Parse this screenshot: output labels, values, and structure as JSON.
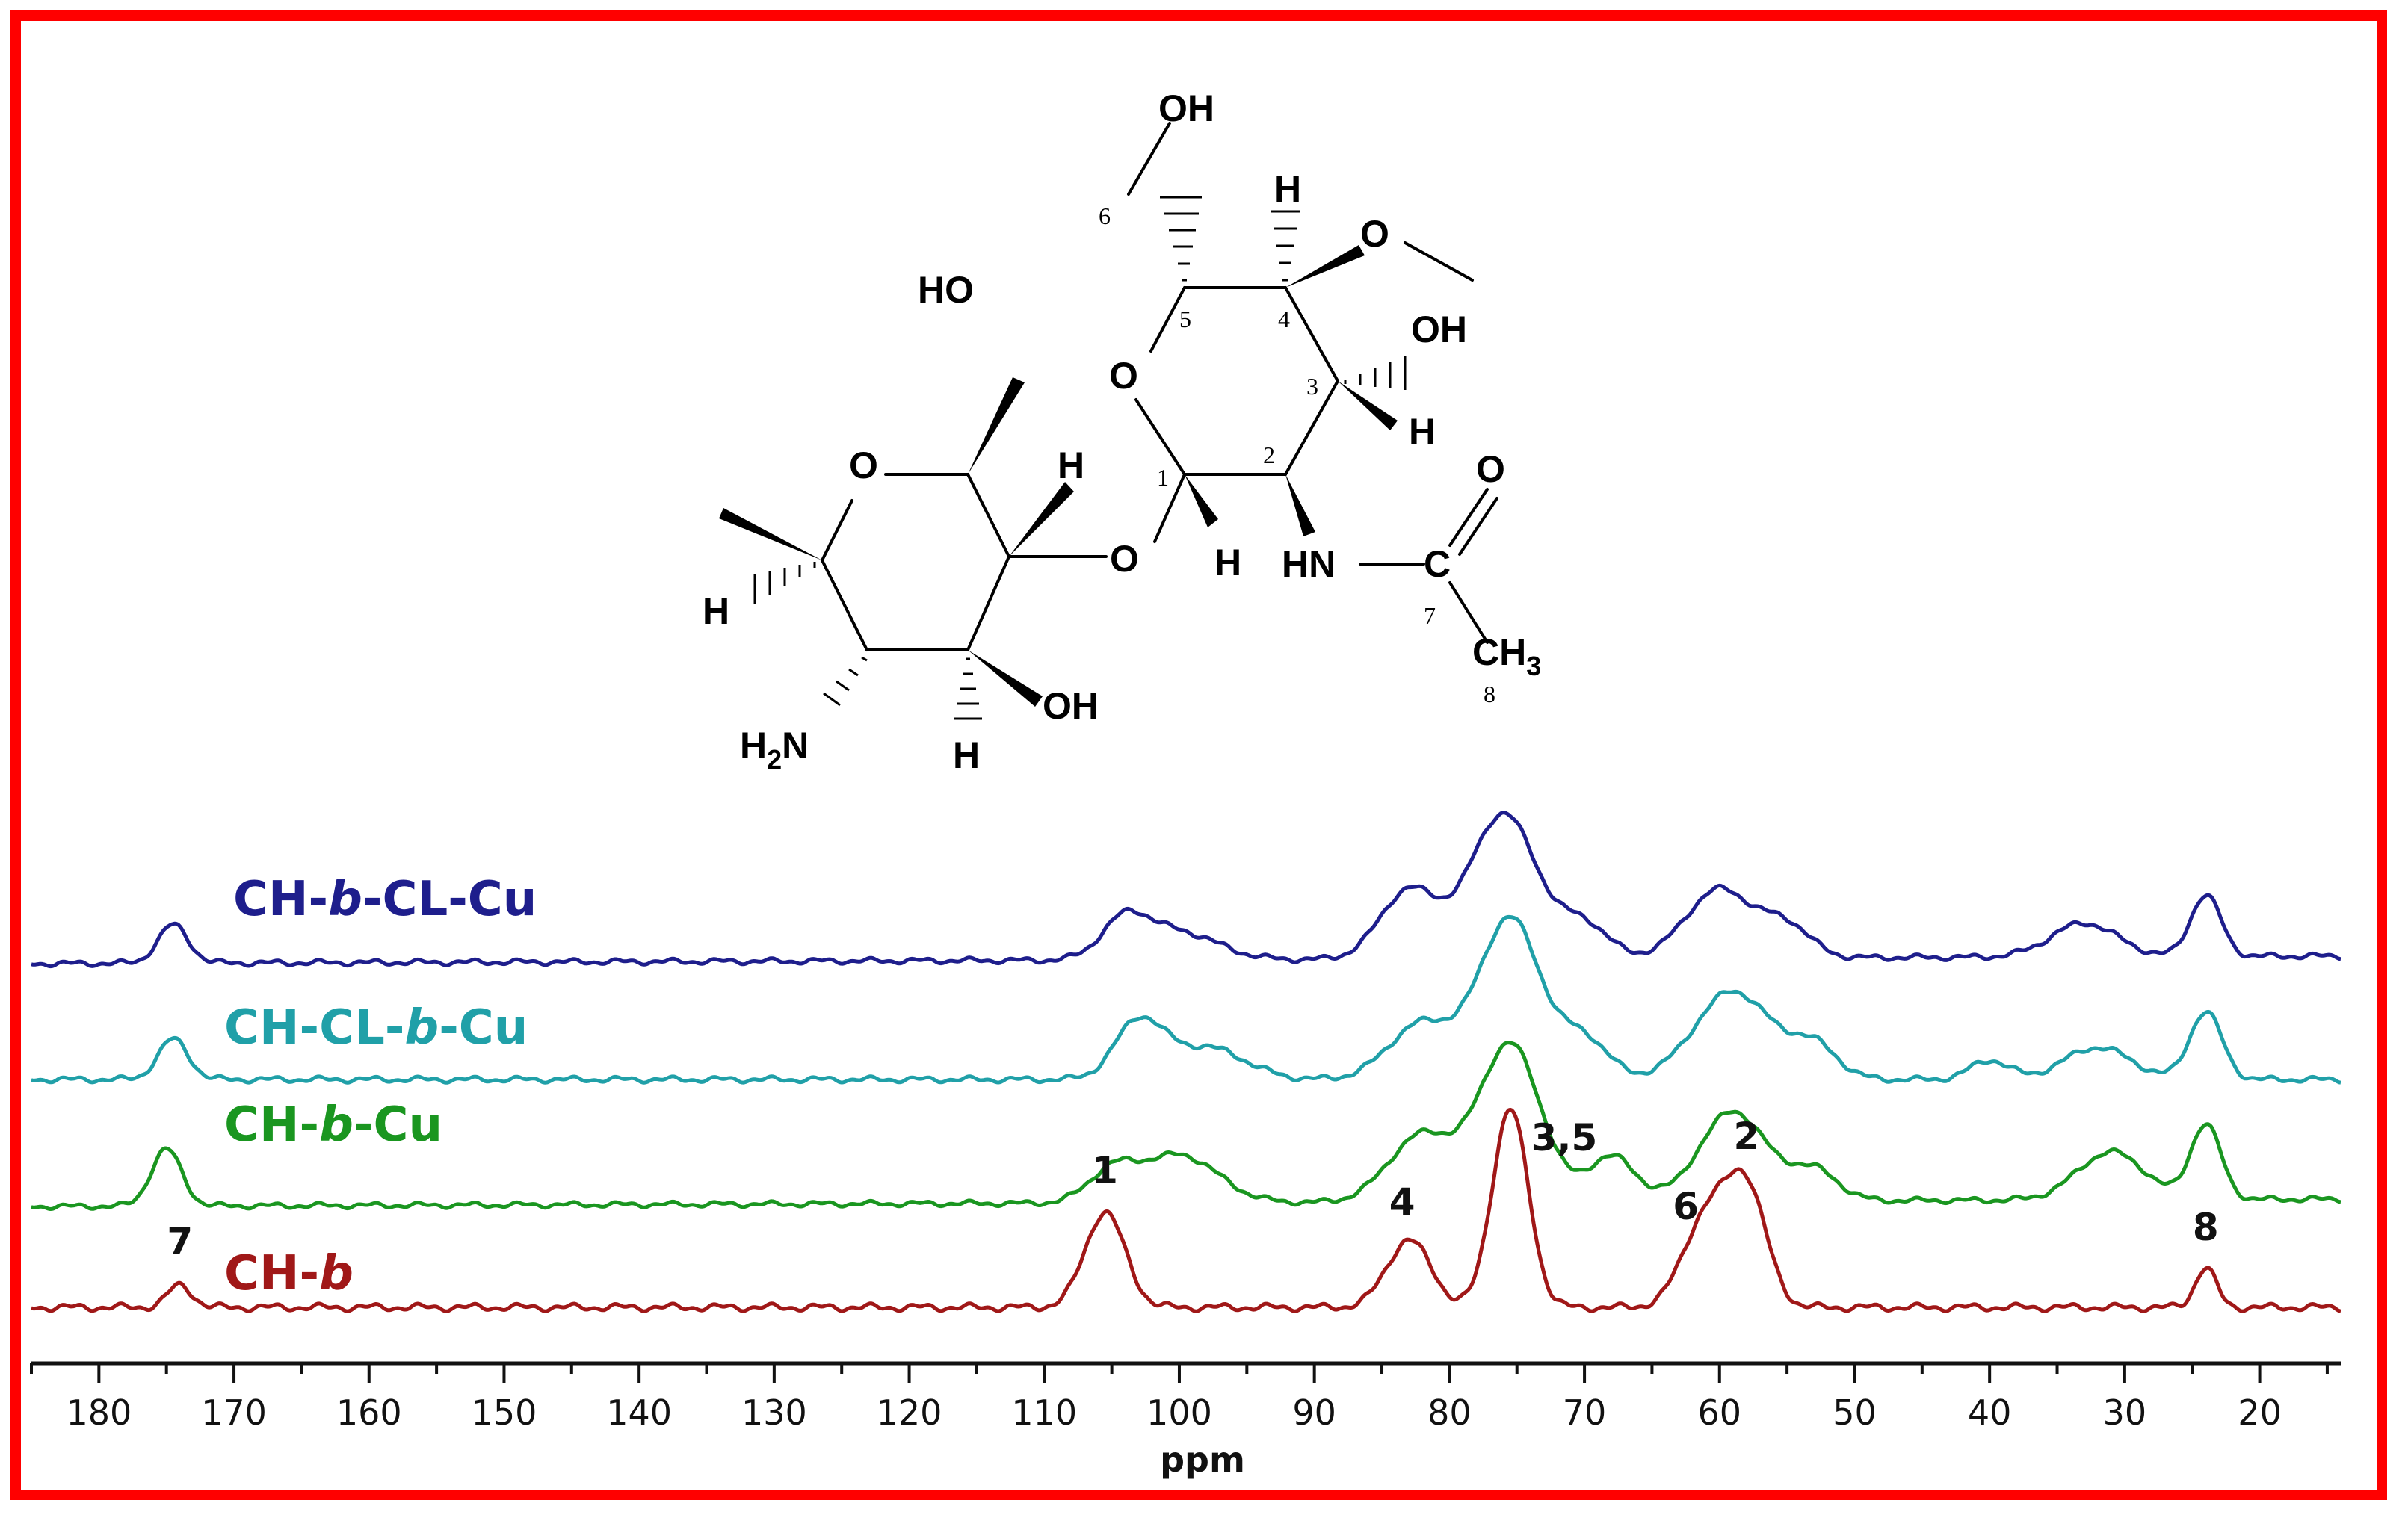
{
  "chart_data": {
    "type": "line",
    "xlabel": "ppm",
    "xlim": [
      185,
      14
    ],
    "x_reversed": true,
    "xticks": [
      180,
      170,
      160,
      150,
      140,
      130,
      120,
      110,
      100,
      90,
      80,
      70,
      60,
      50,
      40,
      30,
      20
    ],
    "grid": false,
    "legend": "labels placed beside each trace",
    "frame_color": "#ff0000",
    "series": [
      {
        "name": "CH-b-CL-Cu",
        "label_parts": [
          "CH-",
          "b",
          "-CL-Cu"
        ],
        "color": "#1e1e8c",
        "peaks": [
          [
            174.5,
            0.25,
            1.6
          ],
          [
            104,
            0.25,
            2.5
          ],
          [
            100,
            0.18,
            4
          ],
          [
            83,
            0.45,
            3
          ],
          [
            76,
            0.95,
            3.5
          ],
          [
            70,
            0.22,
            2.5
          ],
          [
            60,
            0.45,
            3.5
          ],
          [
            55,
            0.2,
            2.5
          ],
          [
            33,
            0.22,
            3.5
          ],
          [
            24,
            0.4,
            1.6
          ]
        ],
        "baseline_start": 0.0,
        "baseline_end": 0.05
      },
      {
        "name": "CH-CL-b-Cu",
        "label_parts": [
          "CH-CL-",
          "b",
          "-Cu"
        ],
        "color": "#20a0a8",
        "peaks": [
          [
            174.5,
            0.25,
            1.6
          ],
          [
            103,
            0.35,
            2.5
          ],
          [
            98,
            0.2,
            4
          ],
          [
            82,
            0.35,
            3.5
          ],
          [
            75.5,
            1.0,
            3.2
          ],
          [
            70,
            0.25,
            2.5
          ],
          [
            59,
            0.55,
            4
          ],
          [
            53,
            0.2,
            2.5
          ],
          [
            40,
            0.12,
            2
          ],
          [
            32,
            0.2,
            3.5
          ],
          [
            24,
            0.42,
            1.7
          ]
        ],
        "baseline_start": 0.0,
        "baseline_end": 0.0
      },
      {
        "name": "CH-b-Cu",
        "label_parts": [
          "CH-",
          "b",
          "-Cu"
        ],
        "color": "#1a9620",
        "peaks": [
          [
            175,
            0.38,
            1.6
          ],
          [
            105,
            0.2,
            2.5
          ],
          [
            100,
            0.32,
            4
          ],
          [
            82,
            0.45,
            3.5
          ],
          [
            75.5,
            1.05,
            3.2
          ],
          [
            68,
            0.3,
            2.5
          ],
          [
            59,
            0.6,
            3.5
          ],
          [
            53,
            0.2,
            2.5
          ],
          [
            31,
            0.32,
            3.5
          ],
          [
            24,
            0.5,
            1.6
          ]
        ],
        "baseline_start": 0.0,
        "baseline_end": 0.05
      },
      {
        "name": "CH-b",
        "label_parts": [
          "CH-",
          "b"
        ],
        "color": "#a01818",
        "peaks": [
          [
            174,
            0.11,
            1.3
          ],
          [
            105.5,
            0.48,
            2.1
          ],
          [
            83,
            0.34,
            2.3
          ],
          [
            75.5,
            1.0,
            1.9
          ],
          [
            61,
            0.45,
            2.4
          ],
          [
            58,
            0.58,
            2.1
          ],
          [
            24,
            0.2,
            1.1
          ]
        ],
        "baseline_start": 0.0,
        "baseline_end": 0.0
      }
    ],
    "peak_labels": [
      {
        "text": "7",
        "ppm": 174
      },
      {
        "text": "1",
        "ppm": 105.5
      },
      {
        "text": "4",
        "ppm": 83.5
      },
      {
        "text": "3,5",
        "ppm": 71.5
      },
      {
        "text": "6",
        "ppm": 62.5
      },
      {
        "text": "2",
        "ppm": 58
      },
      {
        "text": "8",
        "ppm": 24
      }
    ]
  },
  "structure": {
    "labels": {
      "oh_top": "OH",
      "ho_left": "HO",
      "oh_mid": "OH",
      "oh_right_ring": "OH",
      "o_ring_left": "O",
      "o_ring_right": "O",
      "o_bridge": "O",
      "o_ether": "O",
      "o_carbonyl": "O",
      "h_left": "H",
      "h_left_top": "H",
      "h_left_bottom": "H",
      "h_c1": "H",
      "h_c3": "H",
      "h_c4": "H",
      "hn": "HN",
      "c_carbonyl": "C",
      "ch3": "CH",
      "ch3_sub": "3",
      "h2n": "H",
      "h2n_sub": "2",
      "h2n_n": "N"
    },
    "locants": [
      "1",
      "2",
      "3",
      "4",
      "5",
      "6",
      "7",
      "8"
    ]
  }
}
